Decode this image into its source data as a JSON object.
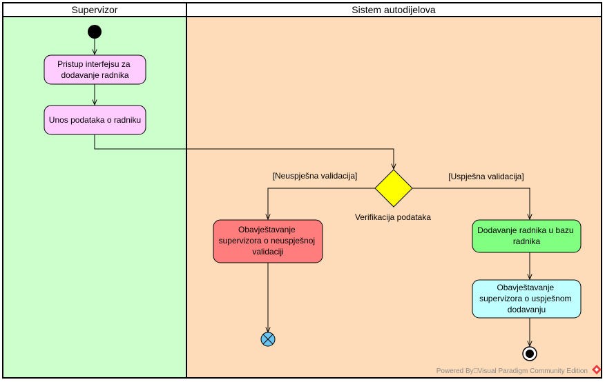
{
  "lanes": {
    "supervisor": "Supervizor",
    "system": "Sistem autodijelova"
  },
  "actions": {
    "access": [
      "Pristup interfejsu za",
      "dodavanje radnika"
    ],
    "input": [
      "Unos podataka o radniku"
    ],
    "notify_fail": [
      "Obavještavanje",
      "supervizora o neuspješnoj",
      "validaciji"
    ],
    "add_worker": [
      "Dodavanje radnika u bazu",
      "radnika"
    ],
    "notify_success": [
      "Obavještavanje",
      "supervizora o uspješnom",
      "dodavanju"
    ]
  },
  "decision": {
    "label": "Verifikacija podataka",
    "guard_fail": "[Neuspješna validacija]",
    "guard_success": "[Uspješna validacija]"
  },
  "watermark": "Powered By⎕Visual Paradigm Community Edition",
  "colors": {
    "lane_supervisor": "#ccffcc",
    "lane_system": "#ffdcb9",
    "lane_header": "#ffffff",
    "action_access": "#ffccff",
    "action_fail": "#ff7d7d",
    "action_add": "#80ff80",
    "action_success": "#c0ffff",
    "decision": "#ffff00",
    "flow_final": "#69c5f0"
  }
}
